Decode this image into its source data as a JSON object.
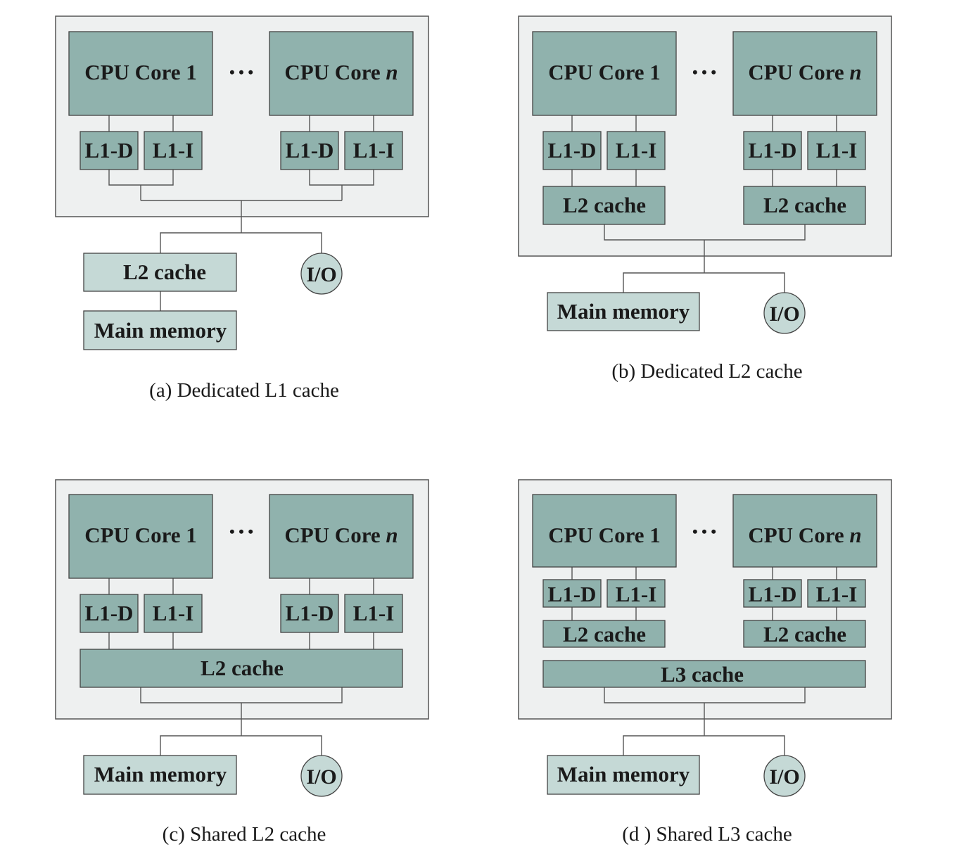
{
  "labels": {
    "core_1": "CPU Core 1",
    "core_n_prefix": "CPU Core ",
    "core_n_suffix": "n",
    "l1d": "L1-D",
    "l1i": "L1-I",
    "l2": "L2 cache",
    "l3": "L3 cache",
    "main_memory": "Main memory",
    "io": "I/O",
    "ellipsis": "• • •"
  },
  "panels": [
    {
      "id": "a",
      "caption": "(a) Dedicated L1 cache"
    },
    {
      "id": "b",
      "caption": "(b) Dedicated L2 cache"
    },
    {
      "id": "c",
      "caption": "(c) Shared L2 cache"
    },
    {
      "id": "d",
      "caption": "(d ) Shared L3 cache"
    }
  ],
  "colors": {
    "chip_background": "#eef0f0",
    "on_chip_block": "#90b2ad",
    "off_chip_block": "#c5d9d6",
    "border": "#444444"
  }
}
